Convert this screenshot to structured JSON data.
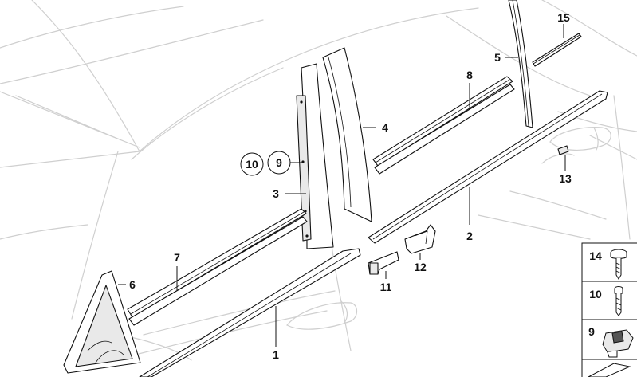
{
  "callouts": {
    "c1": "1",
    "c2": "2",
    "c3": "3",
    "c4": "4",
    "c5": "5",
    "c6": "6",
    "c7": "7",
    "c8": "8",
    "c9": "9",
    "c10": "10",
    "c11": "11",
    "c12": "12",
    "c13": "13",
    "c14": "14",
    "c15": "15"
  },
  "legend": [
    {
      "label": "14",
      "icon": "bolt-icon"
    },
    {
      "label": "10",
      "icon": "screw-icon"
    },
    {
      "label": "9",
      "icon": "clip-nut-icon"
    }
  ]
}
